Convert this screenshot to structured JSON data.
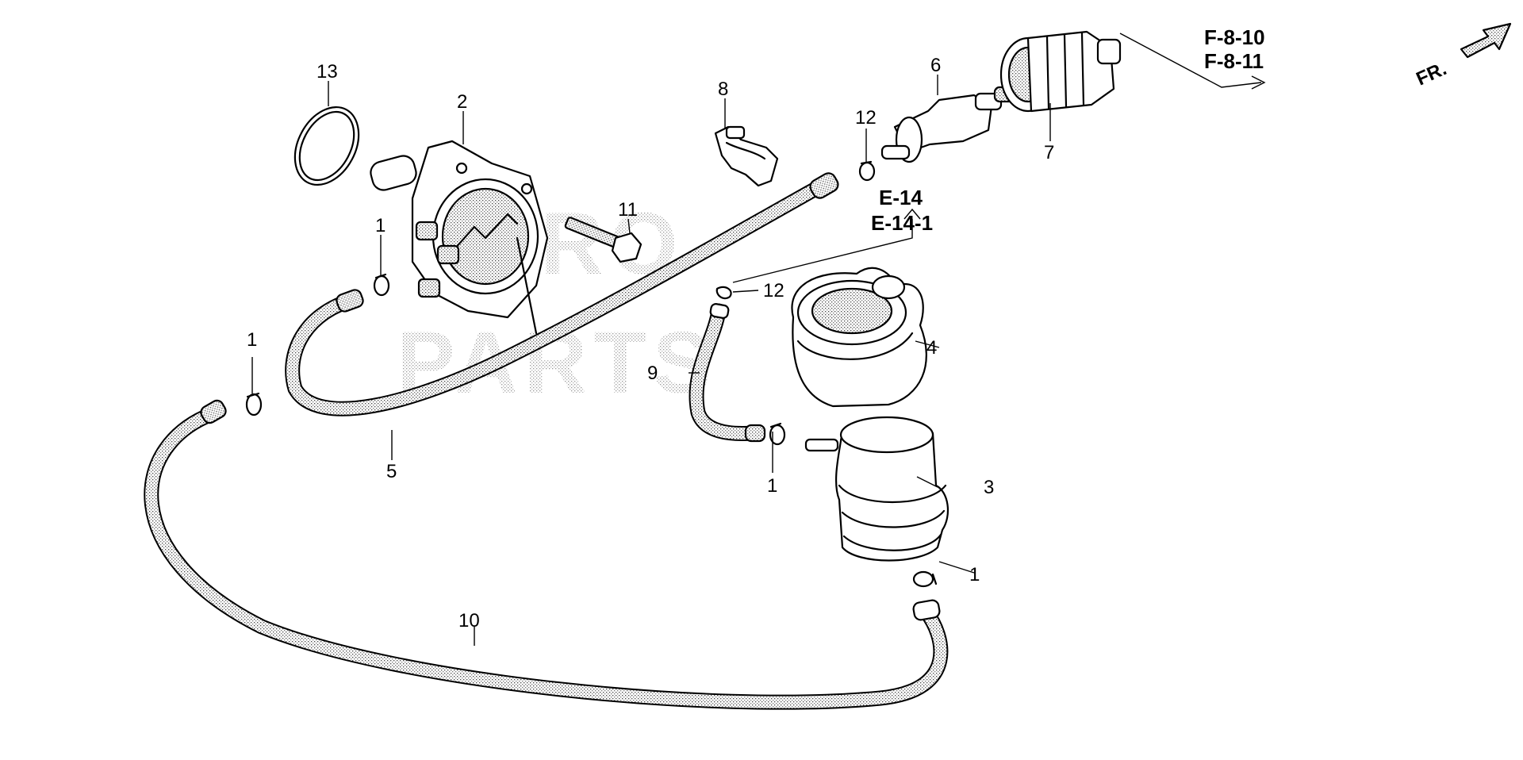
{
  "callouts": {
    "c1a": "1",
    "c1b": "1",
    "c1c": "1",
    "c1d": "1",
    "c2": "2",
    "c3": "3",
    "c4": "4",
    "c5": "5",
    "c6": "6",
    "c7": "7",
    "c8": "8",
    "c9": "9",
    "c10": "10",
    "c11": "11",
    "c12a": "12",
    "c12b": "12",
    "c13": "13"
  },
  "references": {
    "e14": "E-14",
    "e14_1": "E-14-1",
    "f8_10": "F-8-10",
    "f8_11": "F-8-11"
  },
  "direction": {
    "label": "FR."
  },
  "watermark": {
    "line1": "PRO",
    "line2": "PARTS"
  }
}
